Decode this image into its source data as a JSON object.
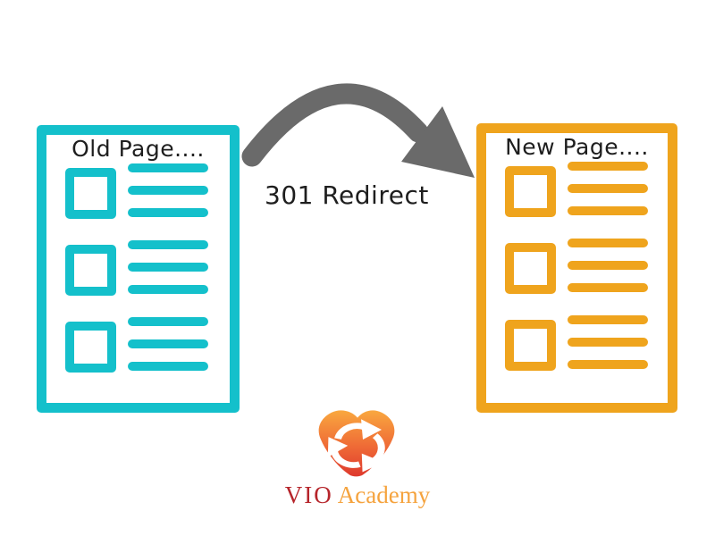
{
  "colors": {
    "background": "#FFFFFF",
    "page-cyan": "#14C0CB",
    "page-orange": "#EFA41D",
    "arrow-gray": "#6A6A6A",
    "ink": "#1E1E1E",
    "logo-red": "#B6252B",
    "logo-orange": "#F5A33E",
    "logo-grad-top": "#F9A83F",
    "logo-grad-mid": "#EF6A36",
    "logo-grad-bottom": "#DE392D"
  },
  "old_page": {
    "title": "Old Page....",
    "rows": 3,
    "bars_per_row": 3
  },
  "new_page": {
    "title": "New Page....",
    "rows": 3,
    "bars_per_row": 3
  },
  "redirect": {
    "label": "301 Redirect"
  },
  "logo": {
    "text_primary": "VIO",
    "text_secondary": "Academy",
    "icon": "cycle-arrows-icon"
  }
}
